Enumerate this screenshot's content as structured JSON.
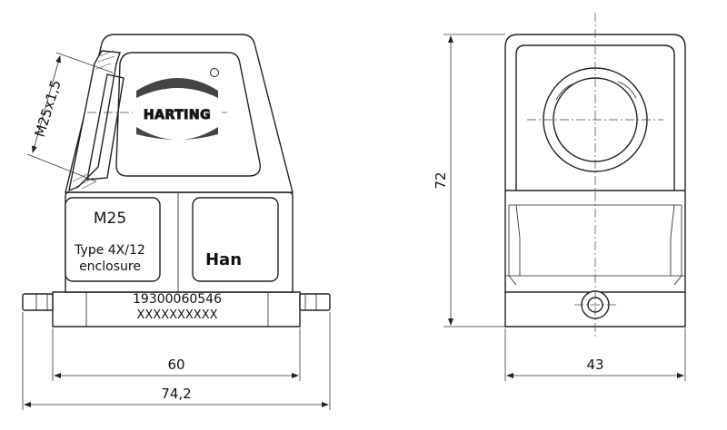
{
  "front_view": {
    "thread_label": "M25x1,5",
    "brand": "HARTING",
    "size_label": "M25",
    "enclosure_line1": "Type 4X/12",
    "enclosure_line2": "enclosure",
    "product_label": "Han",
    "part_number": "19300060546",
    "serial_placeholder": "XXXXXXXXXX",
    "dim_width_inner": "60",
    "dim_width_outer": "74,2"
  },
  "side_view": {
    "dim_height": "72",
    "dim_width": "43"
  }
}
